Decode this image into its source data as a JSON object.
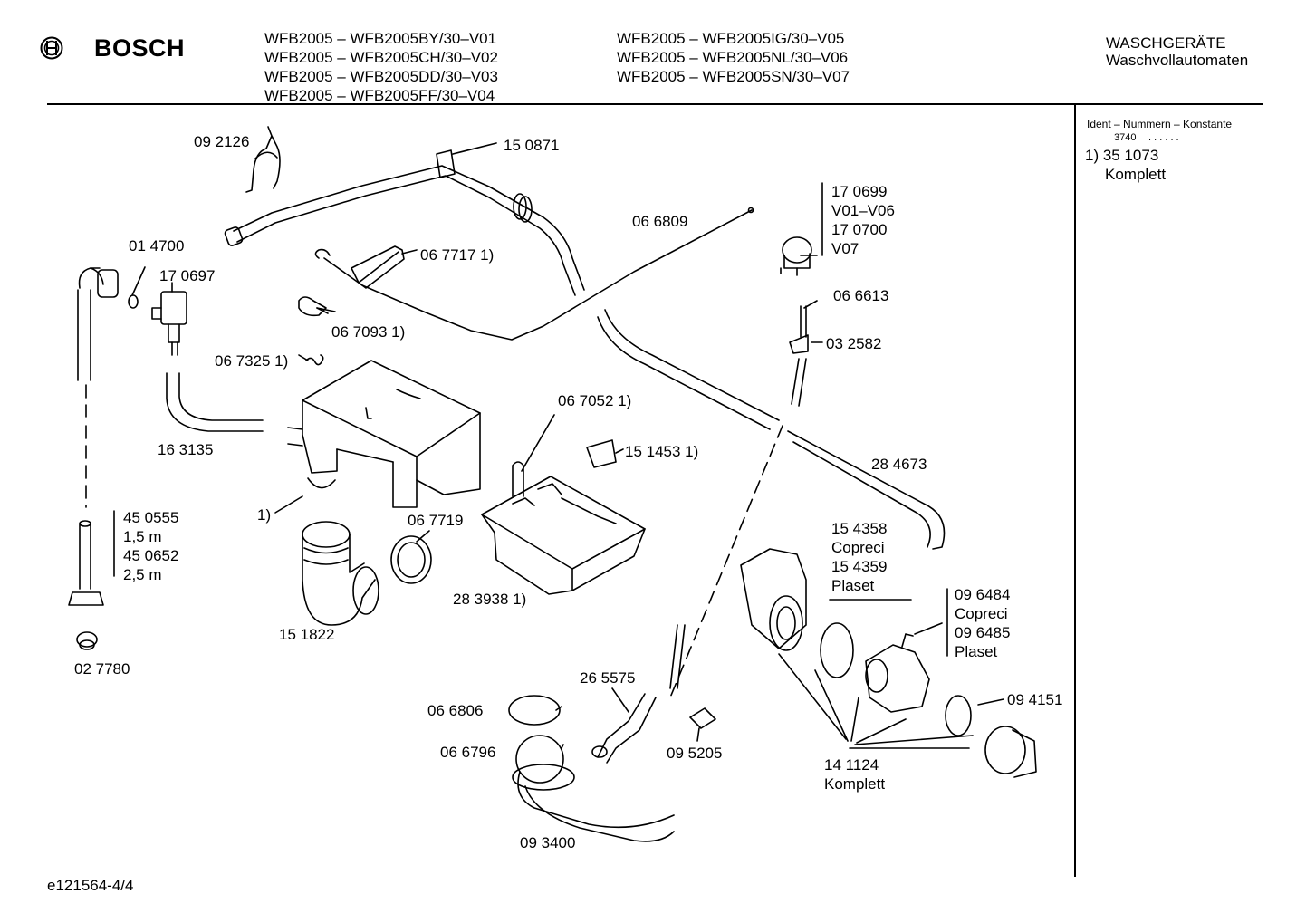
{
  "header": {
    "brand": "BOSCH",
    "models_left": [
      "WFB2005 – WFB2005BY/30–V01",
      "WFB2005 – WFB2005CH/30–V02",
      "WFB2005 – WFB2005DD/30–V03",
      "WFB2005 – WFB2005FF/30–V04"
    ],
    "models_right": [
      "WFB2005 – WFB2005IG/30–V05",
      "WFB2005 – WFB2005NL/30–V06",
      "WFB2005 – WFB2005SN/30–V07"
    ],
    "category": "WASCHGERÄTE",
    "subcategory": "Waschvollautomaten"
  },
  "sidebar": {
    "ident_title": "Ident – Nummern – Konstante",
    "constant": "3740",
    "dots": ". . . . . .",
    "note_number": "1) 35 1073",
    "note_text": "Komplett"
  },
  "labels": {
    "p092126": "09 2126",
    "p150871": "15 0871",
    "p066809": "06 6809",
    "p170699": "17 0699",
    "v01v06": "V01–V06",
    "p170700": "17 0700",
    "v07": "V07",
    "p014700": "01 4700",
    "p170697": "17 0697",
    "p067717": "06 7717 1)",
    "p067093": "06 7093 1)",
    "p066613": "06 6613",
    "p032582": "03 2582",
    "p067325": "06 7325 1)",
    "p163135": "16 3135",
    "p067052": "06 7052 1)",
    "p151453": "15 1453 1)",
    "p284673": "28 4673",
    "note1": "1)",
    "p450555": "45 0555",
    "len15": "1,5 m",
    "p450652": "45 0652",
    "len25": "2,5 m",
    "p067719": "06 7719",
    "p154358": "15 4358",
    "copreci1": "Copreci",
    "p154359": "15 4359",
    "plaset1": "Plaset",
    "p096484": "09 6484",
    "copreci2": "Copreci",
    "p096485": "09 6485",
    "plaset2": "Plaset",
    "p283938": "28 3938 1)",
    "p151822": "15 1822",
    "p027780": "02 7780",
    "p265575": "26 5575",
    "p094151": "09 4151",
    "p066806": "06 6806",
    "p066796": "06 6796",
    "p095205": "09 5205",
    "p141124": "14 1124",
    "komplett": "Komplett",
    "p093400": "09 3400"
  },
  "footer": {
    "code": "e121564-4/4"
  }
}
